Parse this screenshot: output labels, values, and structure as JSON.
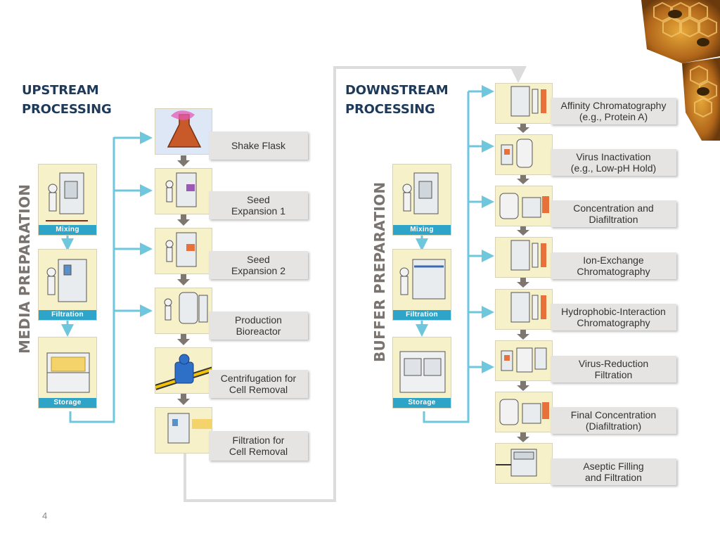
{
  "upstream": {
    "title_line1": "UPSTREAM",
    "title_line2": "PROCESSING",
    "side_title": "MEDIA PREPARATION",
    "prep_steps": [
      "Mixing",
      "Filtration",
      "Storage"
    ],
    "steps": [
      {
        "label": "Shake Flask"
      },
      {
        "label": "Seed\nExpansion 1"
      },
      {
        "label": "Seed\nExpansion 2"
      },
      {
        "label": "Production\nBioreactor"
      },
      {
        "label": "Centrifugation for\nCell Removal"
      },
      {
        "label": "Filtration for\nCell Removal"
      }
    ]
  },
  "downstream": {
    "title_line1": "DOWNSTREAM",
    "title_line2": "PROCESSING",
    "side_title": "BUFFER PREPARATION",
    "prep_steps": [
      "Mixing",
      "Filtration",
      "Storage"
    ],
    "steps": [
      {
        "label": "Affinity Chromatography\n(e.g., Protein A)"
      },
      {
        "label": "Virus Inactivation\n(e.g., Low-pH Hold)"
      },
      {
        "label": "Concentration and\nDiafiltration"
      },
      {
        "label": "Ion-Exchange\nChromatography"
      },
      {
        "label": "Hydrophobic-Interaction\nChromatography"
      },
      {
        "label": "Virus-Reduction\nFiltration"
      },
      {
        "label": "Final Concentration\n(Diafiltration)"
      },
      {
        "label": "Aseptic Filling\nand Filtration"
      }
    ]
  },
  "page_number": "4",
  "colors": {
    "cyan_arrow": "#6ec7dc",
    "tag_blue": "#2ea4c8",
    "down_arrow": "#7d7770",
    "heading": "#1e3a5a",
    "label_bg": "#e6e4e2",
    "loop_line": "#dcdcdc"
  },
  "icons": [
    "equipment-illustration",
    "flask-illustration",
    "honeycomb-decoration"
  ]
}
